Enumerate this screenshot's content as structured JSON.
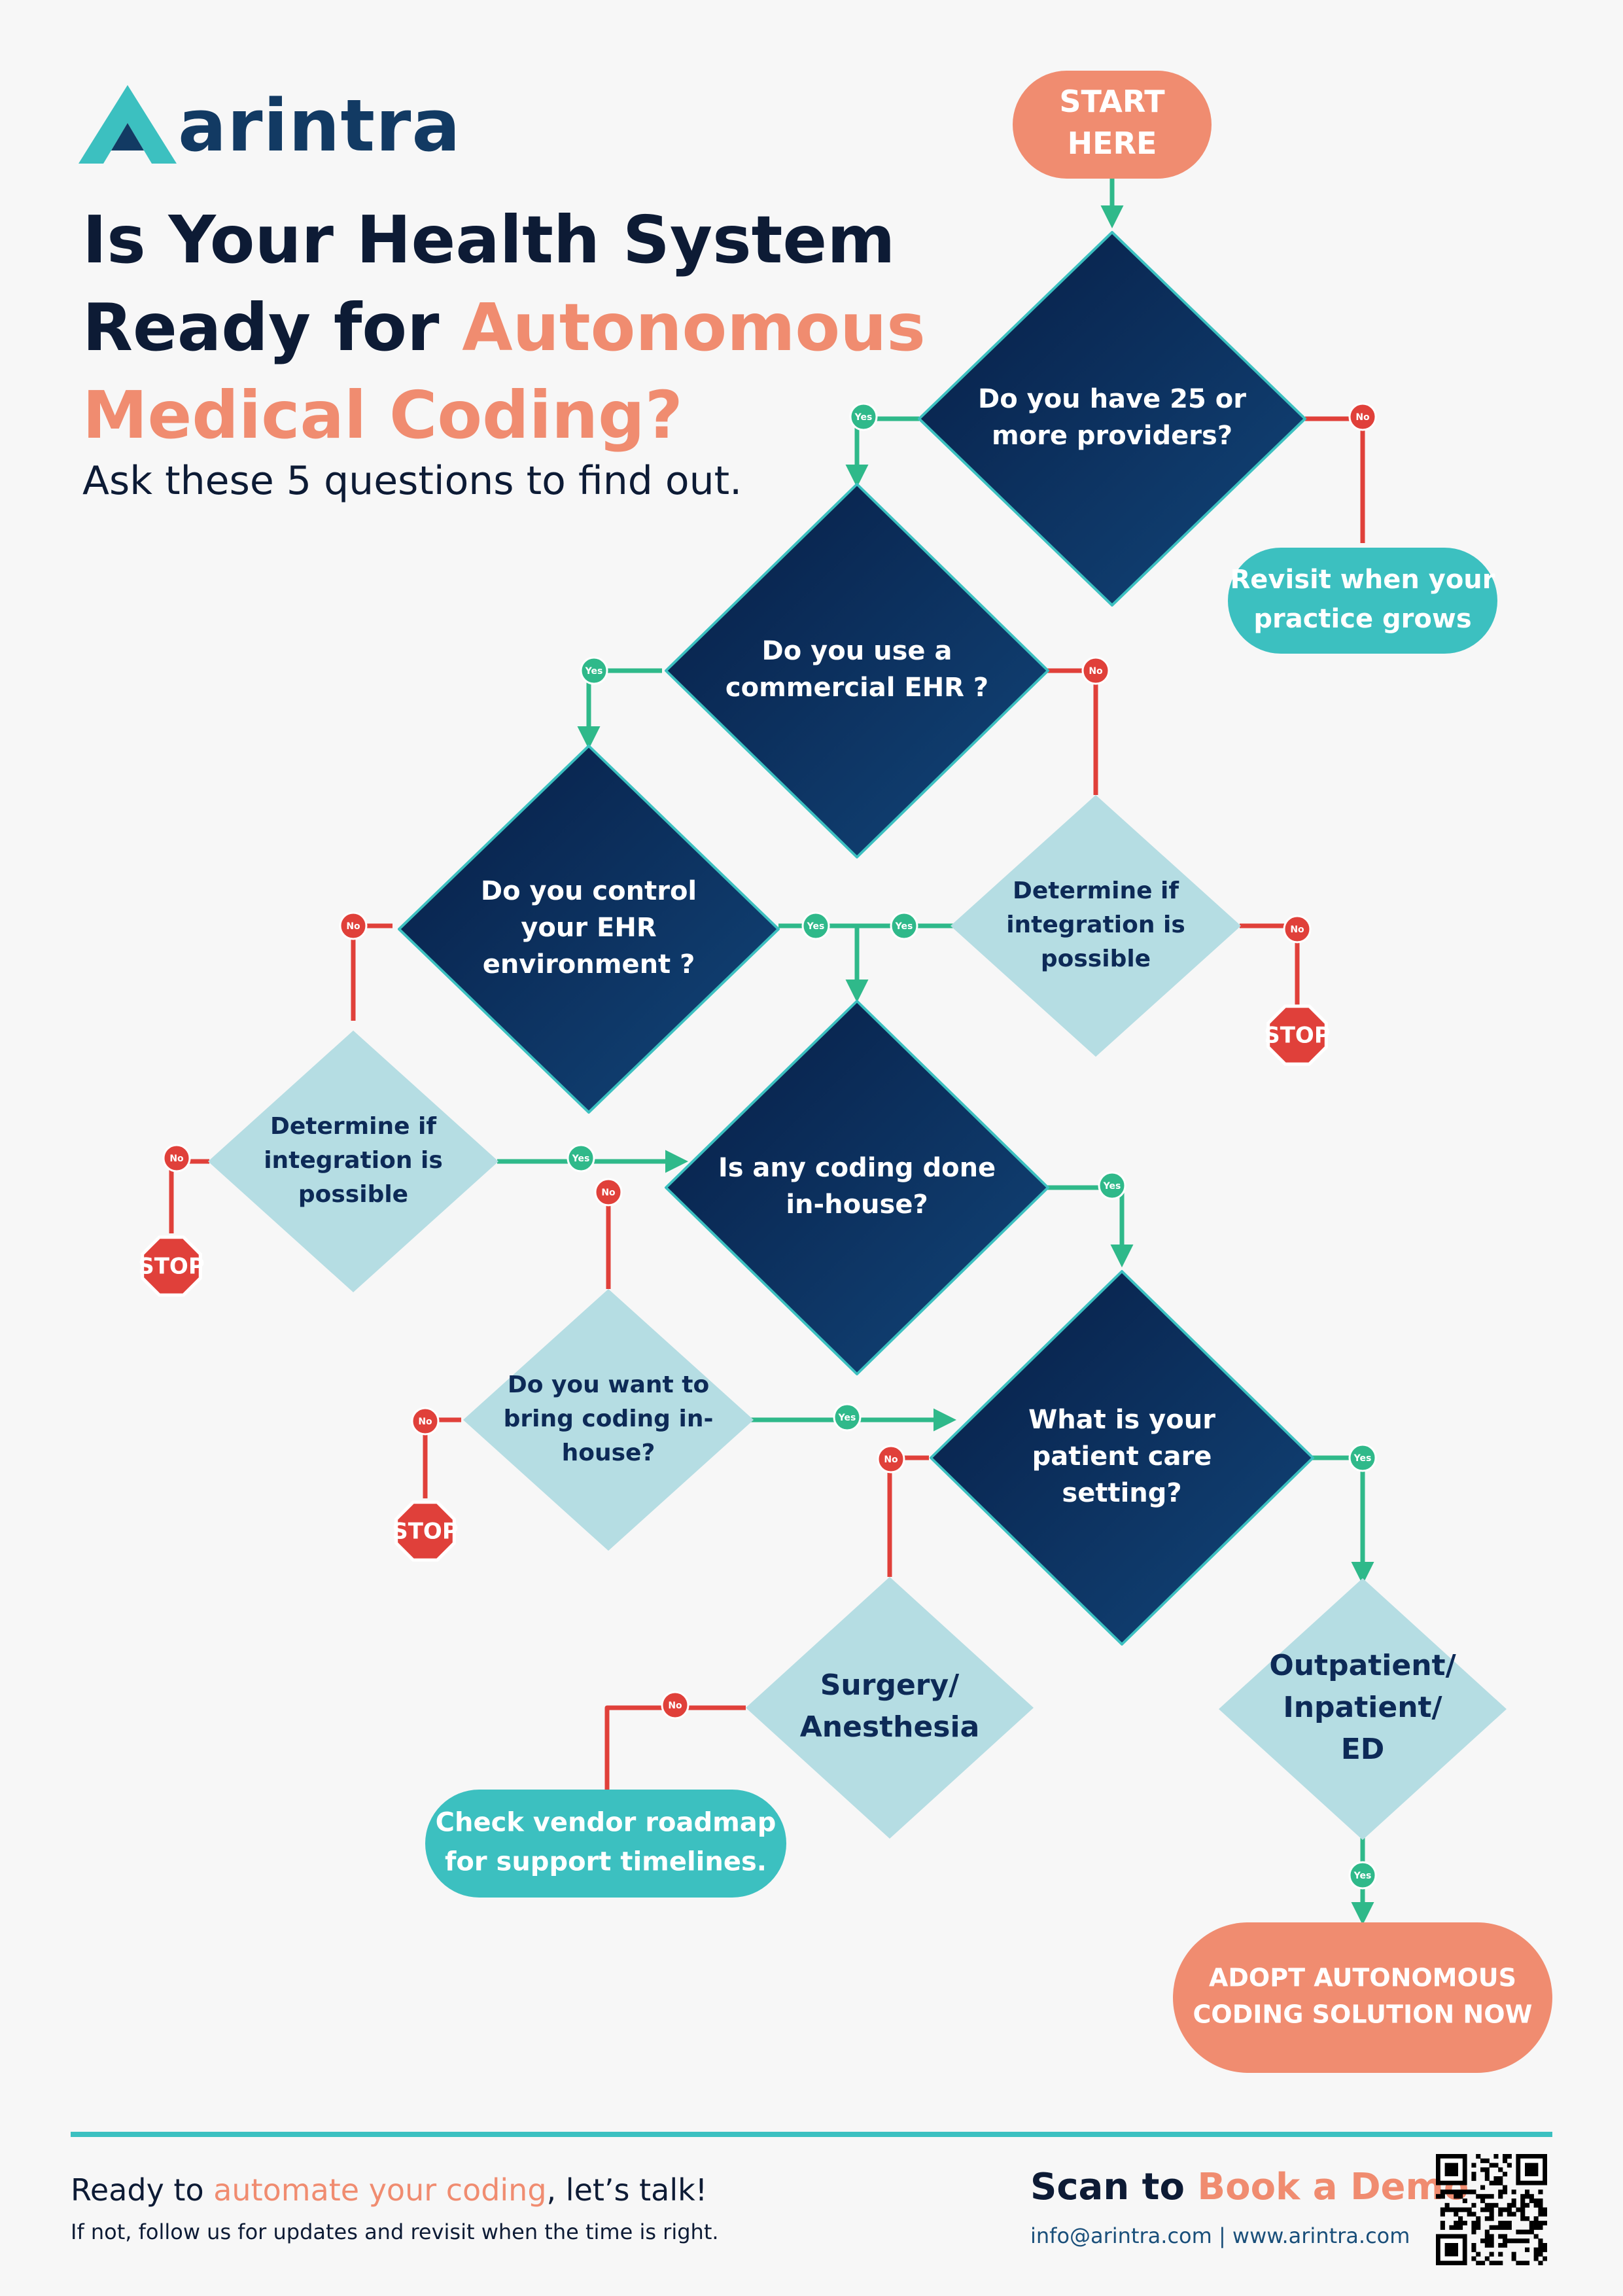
{
  "brand": {
    "name": "arintra"
  },
  "headline": {
    "line1": "Is Your Health System",
    "line2_prefix": "Ready for ",
    "line2_accent": "Autonomous",
    "line3_accent": "Medical Coding?",
    "subtitle": "Ask these 5 questions to find out."
  },
  "flow": {
    "start": [
      "START",
      "HERE"
    ],
    "q1": [
      "Do you have 25 or",
      "more providers?"
    ],
    "revisit": [
      "Revisit when your",
      "practice grows"
    ],
    "q2": [
      "Do you use a",
      "commercial EHR ?"
    ],
    "q3": [
      "Do you control",
      "your EHR",
      "environment ?"
    ],
    "integration_right": [
      "Determine if",
      "integration is",
      "possible"
    ],
    "integration_left": [
      "Determine if",
      "integration is",
      "possible"
    ],
    "q4": [
      "Is any coding done",
      "in-house?"
    ],
    "q_inhouse": [
      "Do you want to",
      "bring coding in-",
      "house?"
    ],
    "q5": [
      "What is your",
      "patient care",
      "setting?"
    ],
    "surgery": [
      "Surgery/",
      "Anesthesia"
    ],
    "outpatient": [
      "Outpatient/",
      "Inpatient/",
      "ED"
    ],
    "vendor": [
      "Check vendor roadmap",
      "for support timelines."
    ],
    "adopt": [
      "ADOPT AUTONOMOUS",
      "CODING SOLUTION NOW"
    ],
    "yes": "Yes",
    "no": "No",
    "stop": "STOP"
  },
  "footer": {
    "left_prefix": "Ready to ",
    "left_accent": "automate your coding",
    "left_suffix": ", let’s talk!",
    "left_sub": "If not, follow us for updates and revisit when the time is right.",
    "right_prefix": "Scan to ",
    "right_accent": "Book a Demo",
    "contact": "info@arintra.com | www.arintra.com"
  },
  "colors": {
    "navy": "#0d2a57",
    "light_teal": "#b5dde3",
    "teal": "#3cc0c0",
    "salmon": "#f08c70",
    "yes_green": "#2fb98a",
    "no_red": "#e0403a"
  }
}
